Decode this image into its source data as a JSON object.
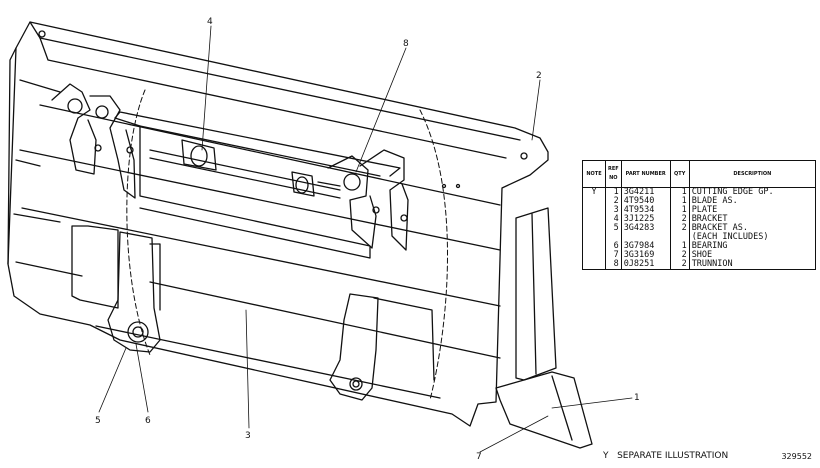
{
  "callouts": {
    "c1": "1",
    "c2": "2",
    "c3": "3",
    "c4": "4",
    "c5": "5",
    "c6": "6",
    "c7": "7",
    "c8": "8"
  },
  "table": {
    "headers": {
      "note": "NOTE",
      "ref": "REF NO",
      "part": "PART NUMBER",
      "qty": "QTY",
      "desc": "DESCRIPTION"
    },
    "rows": [
      {
        "note": "Y",
        "ref": "1",
        "part": "3G4211",
        "qty": "1",
        "desc": "CUTTING EDGE GP."
      },
      {
        "note": "",
        "ref": "2",
        "part": "4T9540",
        "qty": "1",
        "desc": "BLADE AS."
      },
      {
        "note": "",
        "ref": "3",
        "part": "4T9534",
        "qty": "1",
        "desc": "PLATE"
      },
      {
        "note": "",
        "ref": "4",
        "part": "3J1225",
        "qty": "2",
        "desc": "BRACKET"
      },
      {
        "note": "",
        "ref": "5",
        "part": "3G4283",
        "qty": "2",
        "desc": "BRACKET AS."
      },
      {
        "note": "",
        "ref": "",
        "part": "",
        "qty": "",
        "desc": "(EACH INCLUDES)"
      },
      {
        "note": "",
        "ref": "6",
        "part": "3G7984",
        "qty": "1",
        "desc": "BEARING"
      },
      {
        "note": "",
        "ref": "7",
        "part": "3G3169",
        "qty": "2",
        "desc": "SHOE"
      },
      {
        "note": "",
        "ref": "8",
        "part": "0J8251",
        "qty": "2",
        "desc": "TRUNNION"
      }
    ]
  },
  "footer_note": "Y   SEPARATE ILLUSTRATION",
  "illustration_id": "329552"
}
